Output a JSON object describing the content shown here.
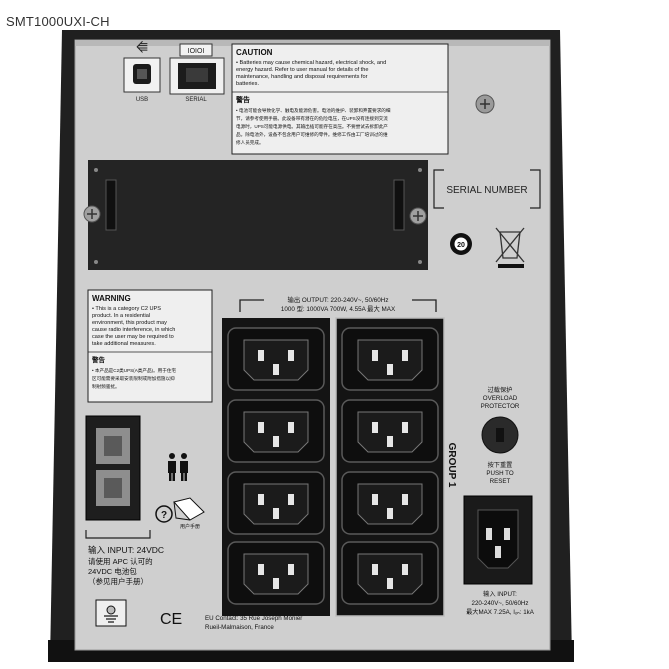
{
  "model_label": "SMT1000UXI-CH",
  "ports": {
    "usb_label": "USB",
    "serial_label": "SERIAL"
  },
  "caution": {
    "title": "CAUTION",
    "lines": [
      "• Batteries may cause chemical hazard, electrical shock, and",
      "  energy hazard. Refer to user manual for details of the",
      "  maintenance, handling and disposal requirements for",
      "  batteries."
    ],
    "cn_title": "警告",
    "cn_lines": [
      "• 电池可能会导致化学、触电及能源危害。电池的维护、装卸和弃置要求的细",
      "  节，请参考使用手册。此设备带有潜在的危险电压，在UPS没有连接到交流",
      "  电源时，UPS可能电源供电。其输出插可能存在高压。不要尝试去拆卸此产",
      "  品。除电池外，设备不包含用户可维修的零件。维修工作由工厂培训过的维",
      "  修人员完成。"
    ]
  },
  "serial_number_label": "SERIAL NUMBER",
  "recycle_badge": "20",
  "warning": {
    "title": "WARNING",
    "lines": [
      "• This is a category C2 UPS",
      "  product. In a residential",
      "  environment, this product may",
      "  cause radio interference, in which",
      "  case the user may be required to",
      "  take additional measures."
    ],
    "cn_title": "警告",
    "cn_lines": [
      "• 本产品是C2类UPS(A类产品)。用于住宅",
      "  区可能需要采取安装限制或附加措施以抑",
      "  制射频骚扰。"
    ]
  },
  "output": {
    "line1": "输出 OUTPUT: 220-240V~, 50/60Hz",
    "line2": "1000 型: 1000VA 700W, 4.55A 最大 MAX"
  },
  "group_label": "GROUP 1",
  "overload": {
    "lines": [
      "过载保护",
      "OVERLOAD",
      "PROTECTOR"
    ],
    "reset_lines": [
      "按下重置",
      "PUSH TO",
      "RESET"
    ]
  },
  "battery_input": {
    "lines": [
      "输入 INPUT: 24VDC",
      "请使用 APC 认可的",
      "24VDC 电池包",
      "（参见用户手册）"
    ]
  },
  "manual_label": "用户手册",
  "ce_mark": "CE",
  "eu_contact": [
    "EU Contact: 35 Rue Joseph Monier",
    "Rueil-Malmaison, France"
  ],
  "ac_input": {
    "lines": [
      "输入 INPUT:",
      "220-240V~, 50/60Hz",
      "最大MAX 7.25A, Iₒₙ: 1kA"
    ]
  }
}
